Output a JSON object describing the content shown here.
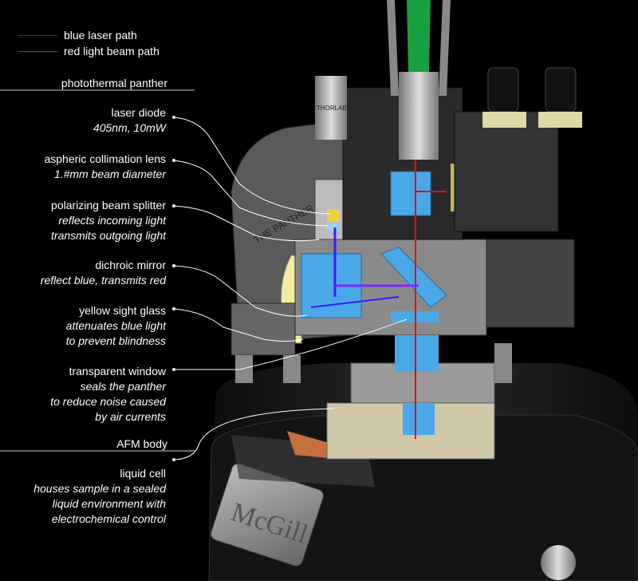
{
  "legend": [
    {
      "label": "blue laser path",
      "color": "#1a1aff"
    },
    {
      "label": "red light beam path",
      "color": "#e01010"
    }
  ],
  "sections": {
    "panther": "photothermal panther",
    "afm": "AFM body"
  },
  "labels": [
    {
      "title": "laser diode",
      "lines": [
        "405nm, 10mW"
      ]
    },
    {
      "title": "aspheric collimation lens",
      "lines": [
        "1.#mm beam diameter"
      ]
    },
    {
      "title": "polarizing beam splitter",
      "lines": [
        "reflects incoming light",
        "transmits outgoing light"
      ]
    },
    {
      "title": "dichroic mirror",
      "lines": [
        "reflect blue, transmits red"
      ]
    },
    {
      "title": "yellow sight glass",
      "lines": [
        "attenuates blue light",
        "to prevent blindness"
      ]
    },
    {
      "title": "transparent window",
      "lines": [
        "seals the panther",
        "to reduce noise caused",
        "by air currents"
      ]
    },
    {
      "title": "liquid cell",
      "lines": [
        "houses sample in a sealed",
        "liquid environment with",
        "electrochemical control"
      ]
    }
  ],
  "illustration": {
    "plate_text": "McGill",
    "knob_text": "THORLABS",
    "panther_text": "THE PANTHER"
  },
  "colors": {
    "optics": "#4aa8e8",
    "yellow": "#f3eba0",
    "body": "#1a1a1a"
  }
}
